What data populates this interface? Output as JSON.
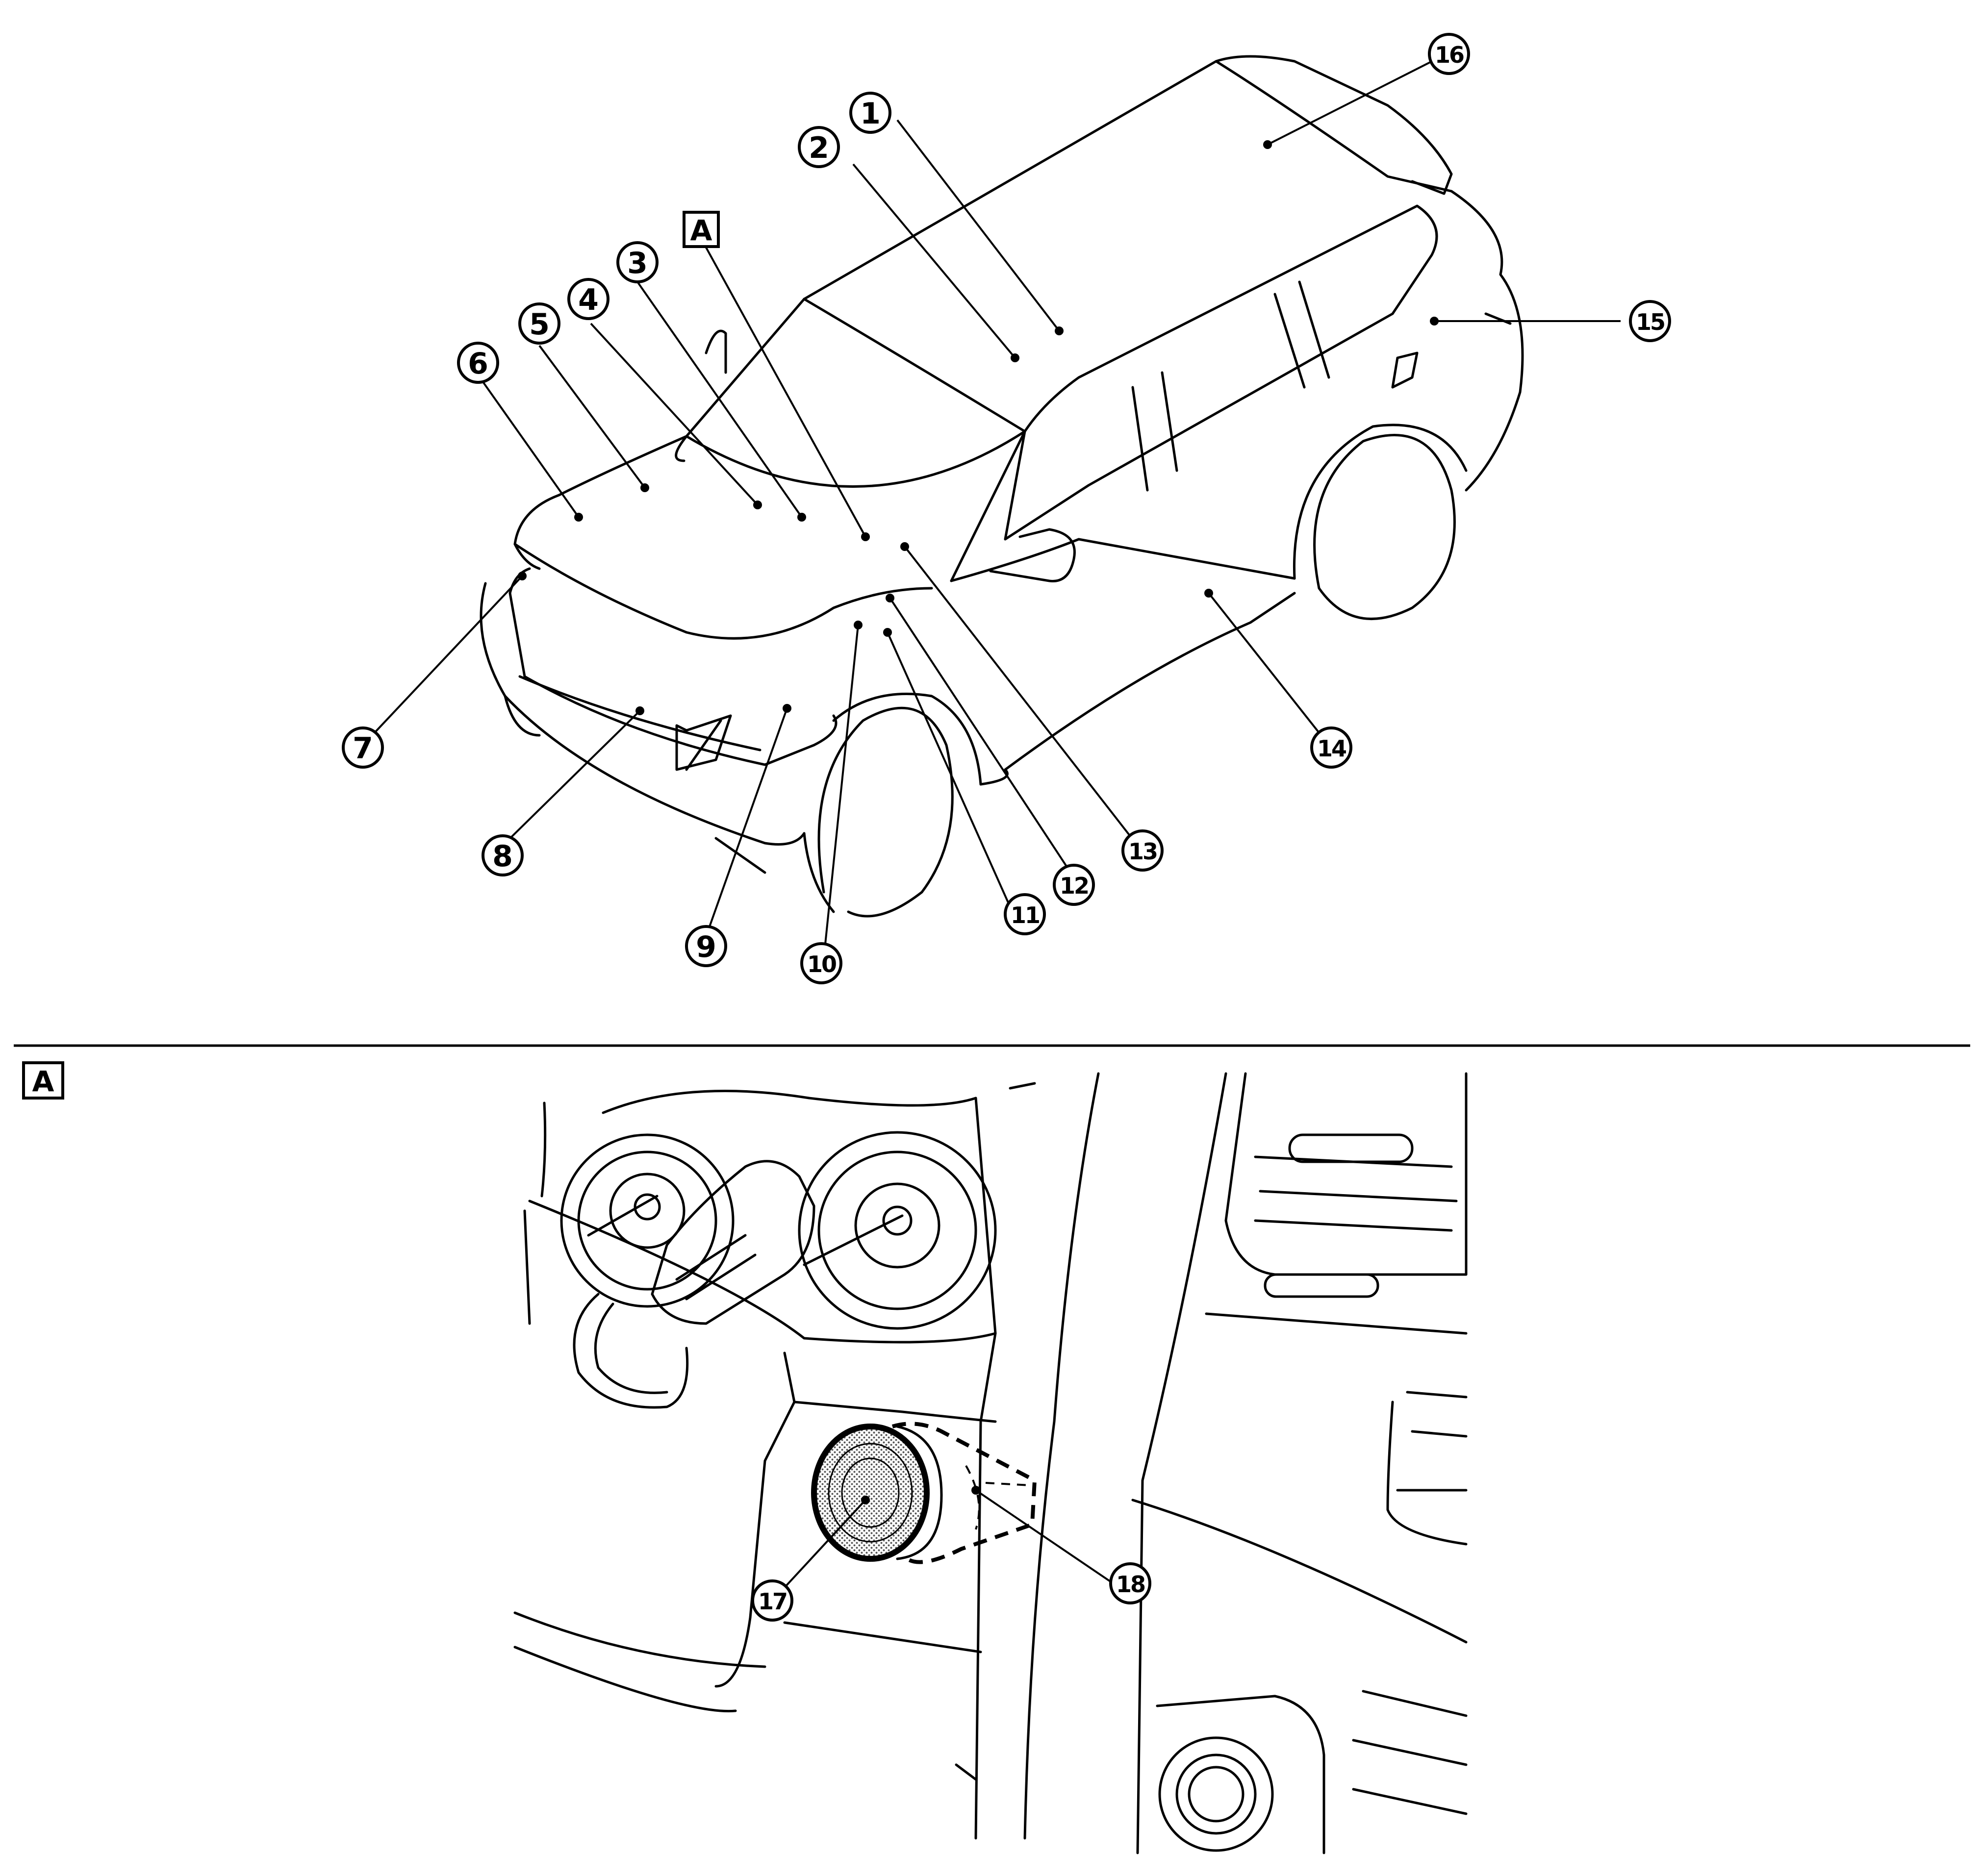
{
  "section_label": "A",
  "callouts": [
    "1",
    "2",
    "3",
    "4",
    "5",
    "6",
    "7",
    "8",
    "9",
    "10",
    "11",
    "12",
    "13",
    "14",
    "15",
    "16",
    "17",
    "18"
  ],
  "colors": {
    "line": "#000000",
    "background": "#ffffff",
    "stipple": "#9a9a9a"
  }
}
